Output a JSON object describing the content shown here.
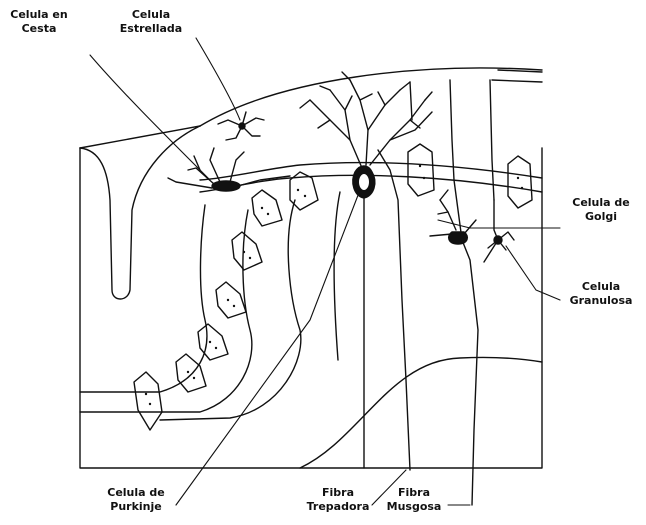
{
  "labels": {
    "celula_en_cesta": [
      "Celula en",
      "Cesta"
    ],
    "celula_estrellada": [
      "Celula",
      "Estrellada"
    ],
    "celula_de_golgi": [
      "Celula de",
      "Golgi"
    ],
    "celula_granulosa": [
      "Celula",
      "Granulosa"
    ],
    "celula_de_purkinje": [
      "Celula de",
      "Purkinje"
    ],
    "fibra_trepadora": [
      "Fibra",
      "Trepadora"
    ],
    "fibra_musgosa": [
      "Fibra",
      "Musgosa"
    ]
  },
  "colors": {
    "ink": "#111111",
    "background": "#ffffff"
  }
}
